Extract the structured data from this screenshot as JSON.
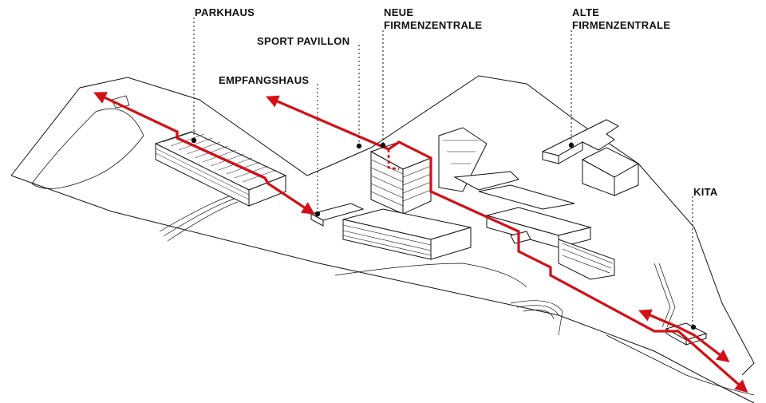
{
  "labels": {
    "parkhaus": "PARKHAUS",
    "sport_pavillon": "SPORT PAVILLON",
    "empfangshaus": "EMPFANGSHAUS",
    "neue_firmenzentrale": [
      "NEUE",
      "FIRMENZENTRALE"
    ],
    "alte_firmenzentrale": [
      "ALTE",
      "FIRMENZENTRALE"
    ],
    "kita": "KITA"
  },
  "colors": {
    "path": "#d31017",
    "ink": "#111111",
    "background": "#ffffff"
  }
}
